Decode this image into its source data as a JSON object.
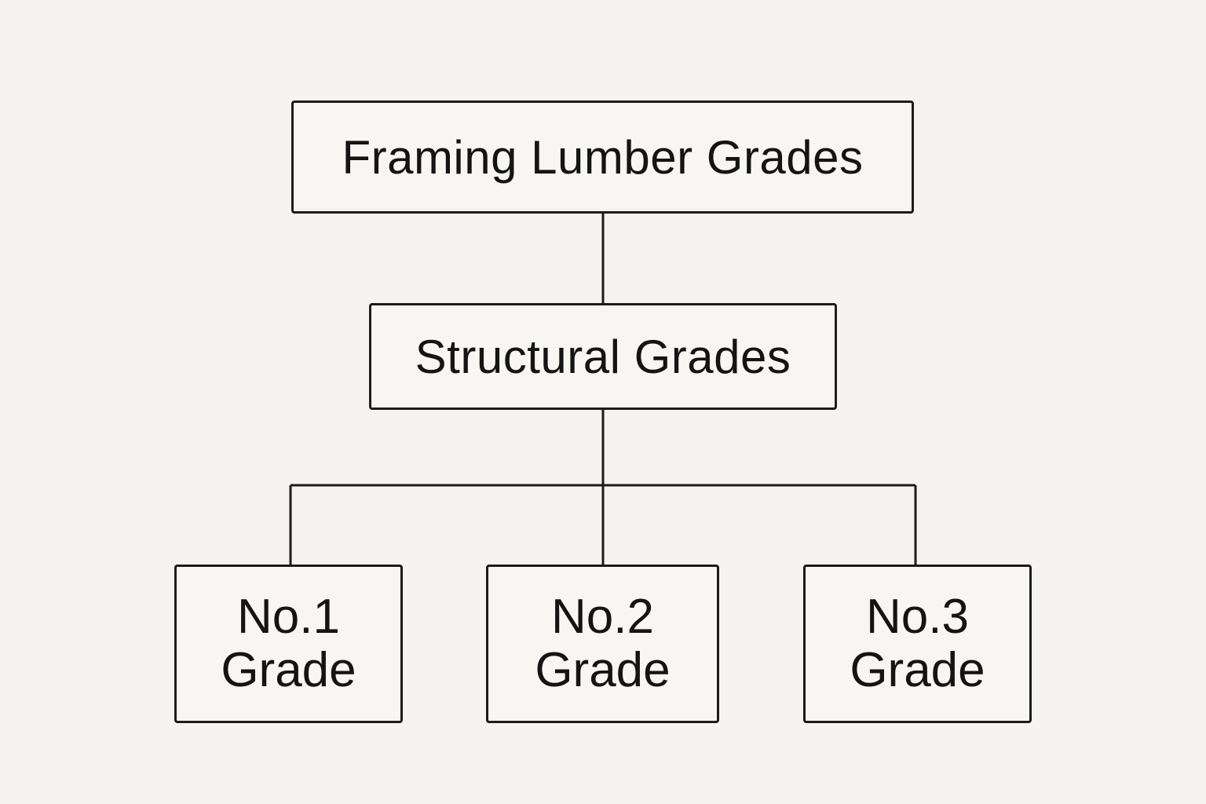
{
  "diagram": {
    "root": {
      "label": "Framing Lumber Grades"
    },
    "category": {
      "label": "Structural Grades"
    },
    "grades": [
      {
        "line1": "No.1",
        "line2": "Grade"
      },
      {
        "line1": "No.2",
        "line2": "Grade"
      },
      {
        "line1": "No.3",
        "line2": "Grade"
      }
    ],
    "colors": {
      "background": "#f6f4f1",
      "stroke": "#1c1c1c",
      "text": "#141414"
    }
  }
}
